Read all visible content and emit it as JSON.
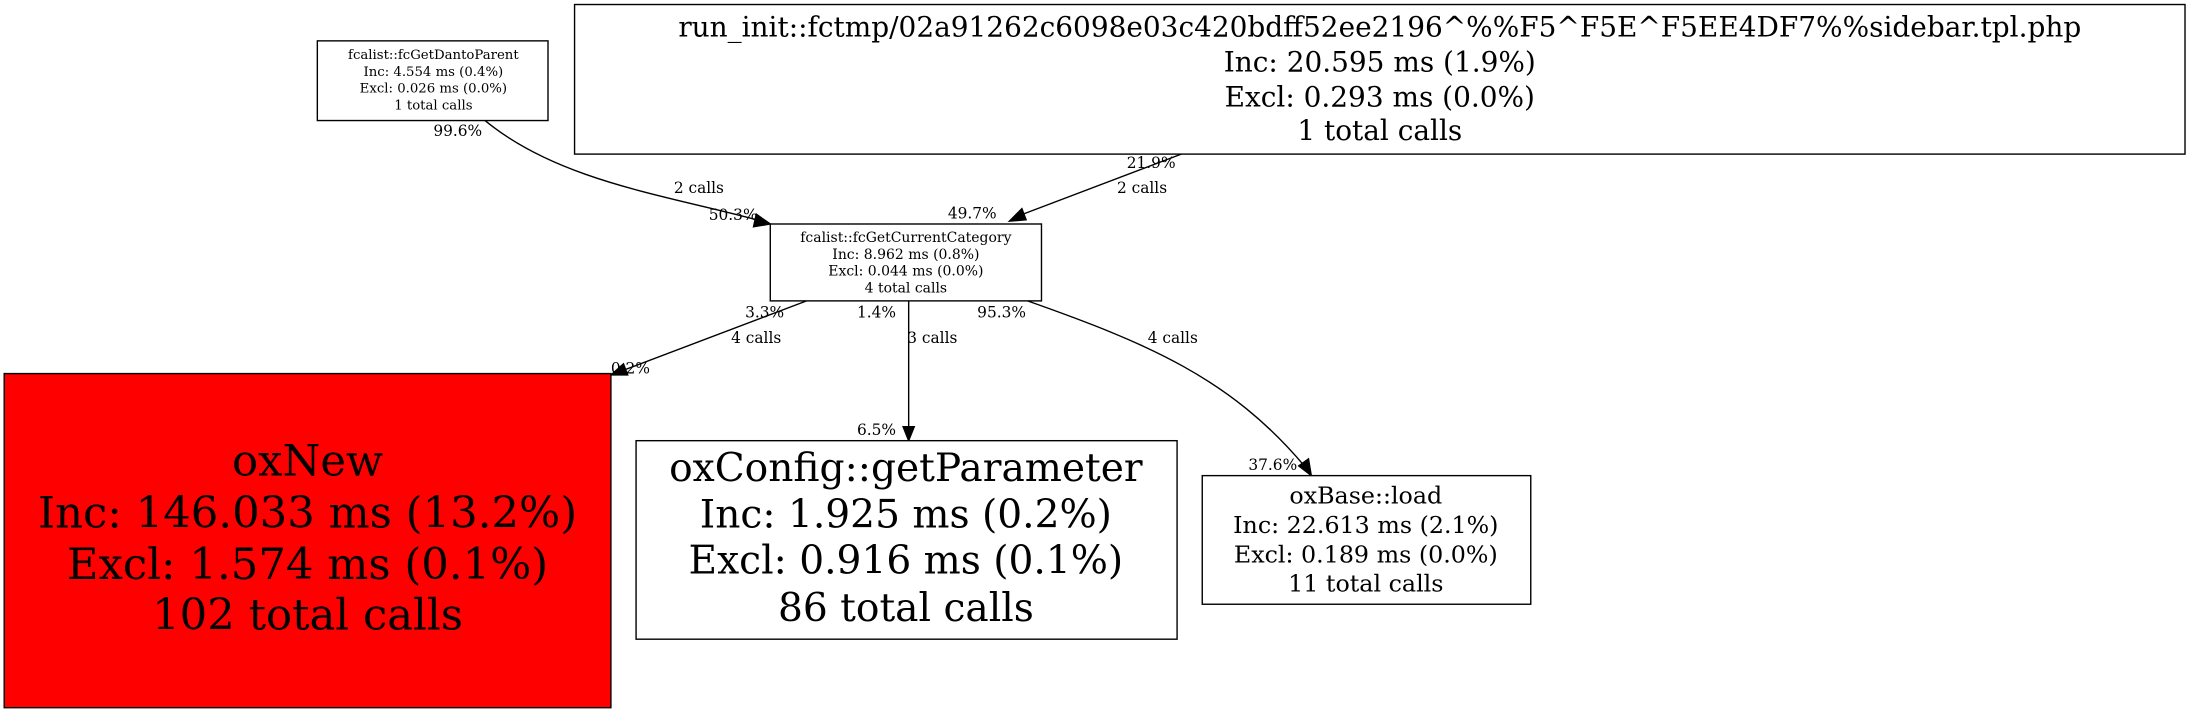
{
  "colors": {
    "hot_node": "#ff0000",
    "node": "#ffffff",
    "stroke": "#000000"
  },
  "nodes": {
    "danto": {
      "lines": [
        "fcalist::fcGetDantoParent",
        "Inc: 4.554 ms (0.4%)",
        "Excl: 0.026 ms (0.0%)",
        "1 total calls"
      ]
    },
    "runinit": {
      "lines": [
        "run_init::fctmp/02a91262c6098e03c420bdff52ee2196^%%F5^F5E^F5EE4DF7%%sidebar.tpl.php",
        "Inc: 20.595 ms (1.9%)",
        "Excl: 0.293 ms (0.0%)",
        "1 total calls"
      ]
    },
    "current": {
      "lines": [
        "fcalist::fcGetCurrentCategory",
        "Inc: 8.962 ms (0.8%)",
        "Excl: 0.044 ms (0.0%)",
        "4 total calls"
      ]
    },
    "oxnew": {
      "lines": [
        "oxNew",
        "Inc: 146.033 ms (13.2%)",
        "Excl: 1.574 ms (0.1%)",
        "102 total calls"
      ]
    },
    "oxconfig": {
      "lines": [
        "oxConfig::getParameter",
        "Inc: 1.925 ms (0.2%)",
        "Excl: 0.916 ms (0.1%)",
        "86 total calls"
      ]
    },
    "oxbase": {
      "lines": [
        "oxBase::load",
        "Inc: 22.613 ms (2.1%)",
        "Excl: 0.189 ms (0.0%)",
        "11 total calls"
      ]
    }
  },
  "edges": {
    "danto_current": {
      "tail": "99.6%",
      "calls": "2 calls",
      "head": "50.3%"
    },
    "runinit_current": {
      "tail": "21.9%",
      "calls": "2 calls",
      "head": "49.7%"
    },
    "current_oxnew": {
      "tail": "3.3%",
      "calls": "4 calls",
      "head": "0.2%"
    },
    "current_oxconfig": {
      "tail": "1.4%",
      "calls": "3 calls",
      "head": "6.5%"
    },
    "current_oxbase": {
      "tail": "95.3%",
      "calls": "4 calls",
      "head": "37.6%"
    }
  }
}
